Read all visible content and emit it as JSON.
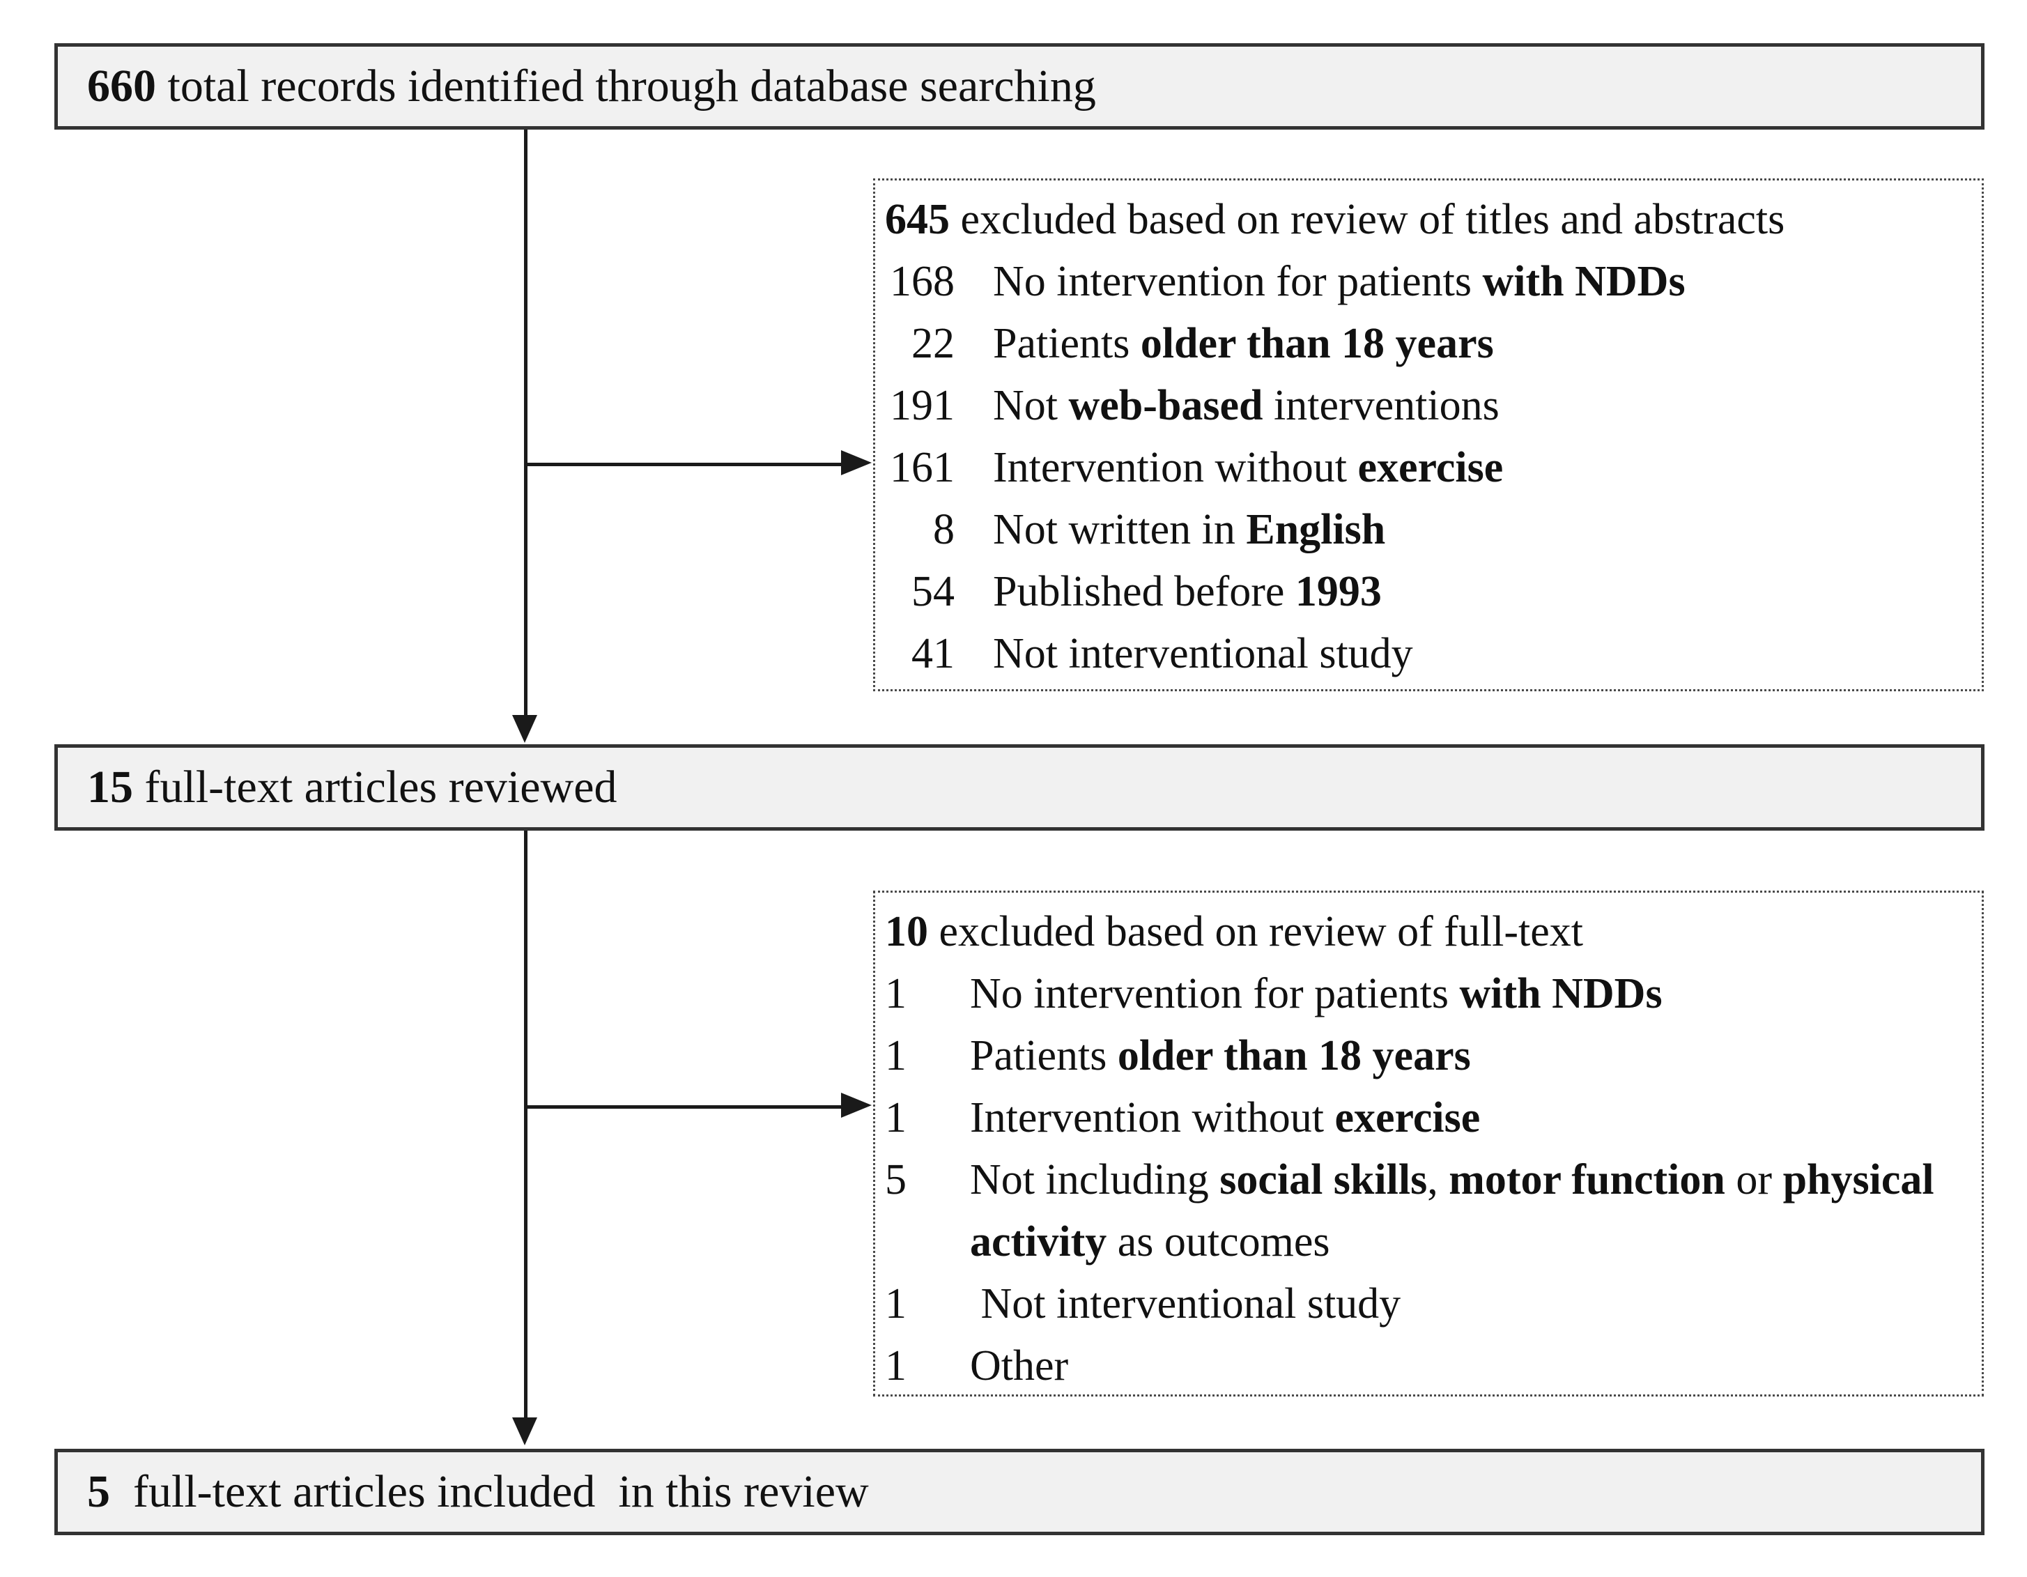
{
  "flow": {
    "top_box": {
      "number": "660",
      "text": " total records identified through database searching"
    },
    "reviewed_box": {
      "number": "15",
      "text": " full-text articles reviewed"
    },
    "included_box": {
      "number": "5",
      "text": "  full-text articles included  in this review"
    },
    "exclusion1": {
      "header": {
        "number": "645",
        "text": " excluded based on review of titles and abstracts"
      },
      "items": [
        {
          "count": "168",
          "parts": [
            {
              "t": "No intervention for patients ",
              "b": false
            },
            {
              "t": "with NDDs",
              "b": true
            }
          ]
        },
        {
          "count": "22",
          "parts": [
            {
              "t": "Patients ",
              "b": false
            },
            {
              "t": "older than 18 years",
              "b": true
            }
          ]
        },
        {
          "count": "191",
          "parts": [
            {
              "t": "Not ",
              "b": false
            },
            {
              "t": "web-based",
              "b": true
            },
            {
              "t": " interventions",
              "b": false
            }
          ]
        },
        {
          "count": "161",
          "parts": [
            {
              "t": "Intervention without ",
              "b": false
            },
            {
              "t": "exercise",
              "b": true
            }
          ]
        },
        {
          "count": "8",
          "parts": [
            {
              "t": "Not written in ",
              "b": false
            },
            {
              "t": "English",
              "b": true
            }
          ]
        },
        {
          "count": "54",
          "parts": [
            {
              "t": "Published before ",
              "b": false
            },
            {
              "t": "1993",
              "b": true
            }
          ]
        },
        {
          "count": "41",
          "parts": [
            {
              "t": "Not interventional study",
              "b": false
            }
          ]
        }
      ]
    },
    "exclusion2": {
      "header": {
        "number": "10",
        "text": " excluded based on review of full-text"
      },
      "items": [
        {
          "count": "1",
          "parts": [
            {
              "t": "No intervention for patients ",
              "b": false
            },
            {
              "t": "with NDDs",
              "b": true
            }
          ]
        },
        {
          "count": "1",
          "parts": [
            {
              "t": "Patients ",
              "b": false
            },
            {
              "t": "older than 18 years",
              "b": true
            }
          ]
        },
        {
          "count": "1",
          "parts": [
            {
              "t": "Intervention without ",
              "b": false
            },
            {
              "t": "exercise",
              "b": true
            }
          ]
        },
        {
          "count": "5",
          "parts": [
            {
              "t": "Not including ",
              "b": false
            },
            {
              "t": "social skills",
              "b": true
            },
            {
              "t": ", ",
              "b": false
            },
            {
              "t": "motor function",
              "b": true
            },
            {
              "t": " or ",
              "b": false
            },
            {
              "t": "physical activity",
              "b": true
            },
            {
              "t": " as outcomes",
              "b": false
            }
          ]
        },
        {
          "count": "1",
          "parts": [
            {
              "t": " Not interventional study",
              "b": false
            }
          ]
        },
        {
          "count": "1",
          "parts": [
            {
              "t": "Other",
              "b": false
            }
          ]
        }
      ]
    }
  },
  "colors": {
    "background": "#ffffff",
    "process_box_fill": "#f1f1f1",
    "process_box_border": "#333333",
    "exclusion_box_border": "#4a4a4a",
    "arrow": "#1a1a1a",
    "text": "#111111"
  }
}
